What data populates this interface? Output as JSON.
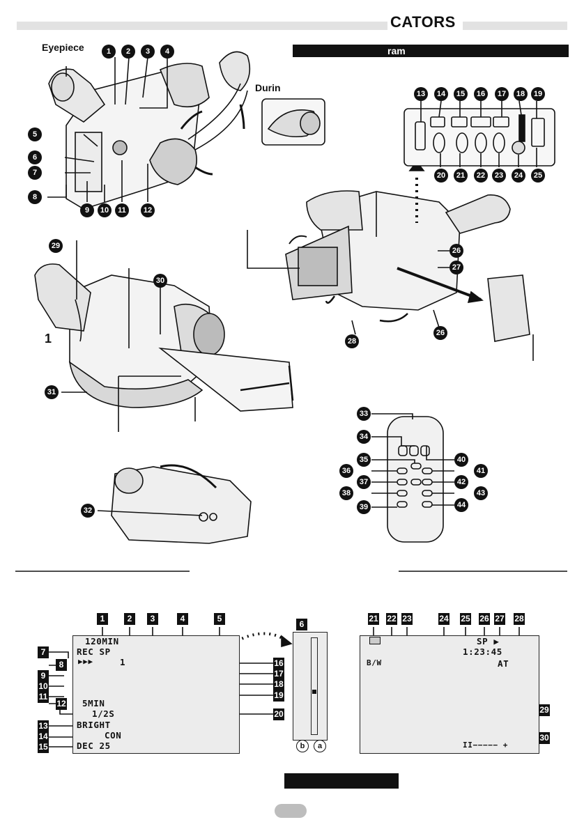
{
  "header": {
    "title": "CATORS",
    "bar_label": "ram"
  },
  "labels": {
    "eyepiece": "Eyepiece",
    "durin": "Durin",
    "one": "1"
  },
  "callouts_top": [
    "1",
    "2",
    "3",
    "4",
    "5",
    "6",
    "7",
    "8",
    "9",
    "10",
    "11",
    "12"
  ],
  "callouts_right": [
    "13",
    "14",
    "15",
    "16",
    "17",
    "18",
    "19",
    "20",
    "21",
    "22",
    "23",
    "24",
    "25",
    "26",
    "27",
    "26",
    "28"
  ],
  "callouts_mid": [
    "29",
    "30",
    "31",
    "32"
  ],
  "callouts_remote": [
    "33",
    "34",
    "35",
    "36",
    "37",
    "38",
    "39",
    "40",
    "41",
    "42",
    "43",
    "44"
  ],
  "lcd1": {
    "markers_top": [
      "1",
      "2",
      "3",
      "4",
      "5"
    ],
    "markers_left": [
      "7",
      "8",
      "9",
      "10",
      "11",
      "12",
      "13",
      "14",
      "15"
    ],
    "markers_right": [
      "16",
      "17",
      "18",
      "19",
      "20"
    ],
    "lines": {
      "min": "120MIN",
      "rec": "REC SP",
      "arrows": "▶▶▶",
      "one": "1",
      "fivemin": "5MIN",
      "shutter": "1/2S",
      "bright": "BRIGHT",
      "con": "CON",
      "date": "DEC 25"
    }
  },
  "side_panel": {
    "marker": "6",
    "b": "b",
    "a": "a"
  },
  "lcd2": {
    "markers_top": [
      "21",
      "22",
      "23",
      "24",
      "25",
      "26",
      "27",
      "28"
    ],
    "markers_right": [
      "29",
      "30"
    ],
    "lines": {
      "sp": "SP ▶",
      "time": "1:23:45",
      "at": "AT",
      "bw": "B/W",
      "bar": "II−−−−− +"
    }
  }
}
